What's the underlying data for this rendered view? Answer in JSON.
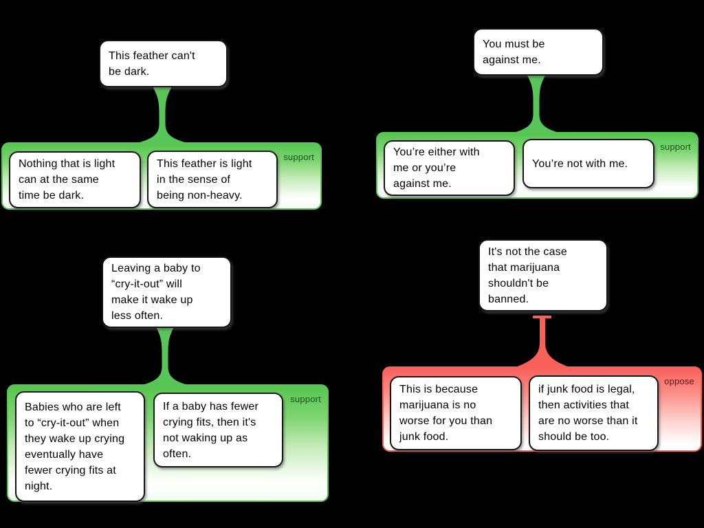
{
  "diagram": {
    "type": "argument-map",
    "background_color": "#000000",
    "colors": {
      "support": "#58c558",
      "oppose": "#f8605a",
      "support_label_text": "#155515",
      "oppose_label_text": "#5b1412",
      "statement_fill": "#ffffff",
      "statement_border": "#141414"
    },
    "arguments": [
      {
        "conclusion": "This feather can't\nbe dark.",
        "relation_label": "support",
        "premises": [
          "Nothing that is light\ncan at the same\ntime be dark.",
          "This feather is light\nin the sense of\nbeing non-heavy."
        ]
      },
      {
        "conclusion": "You must be\nagainst me.",
        "relation_label": "support",
        "premises": [
          "You’re either with\nme or you’re\nagainst me.",
          "You’re not with me."
        ]
      },
      {
        "conclusion": "Leaving a baby to\n“cry-it-out” will\nmake it wake up\nless often.",
        "relation_label": "support",
        "premises": [
          "Babies who are left\nto “cry-it-out” when\nthey wake up crying\neventually have\nfewer crying fits at\nnight.",
          "If a baby has fewer\ncrying fits, then it's\nnot waking up as\noften."
        ]
      },
      {
        "conclusion": "It's not the case\nthat marijuana\nshouldn't be\nbanned.",
        "relation_label": "oppose",
        "premises": [
          "This is because\nmarijuana is no\nworse for you than\njunk food.",
          "if junk food is legal,\nthen activities that\nare no worse than it\nshould be too."
        ]
      }
    ]
  }
}
